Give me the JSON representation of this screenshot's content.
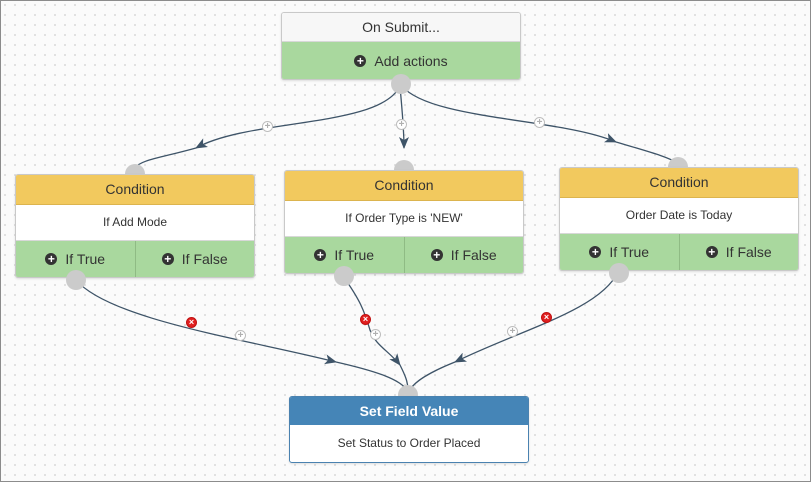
{
  "start": {
    "title": "On Submit...",
    "add_label": "Add actions"
  },
  "conditions": [
    {
      "title": "Condition",
      "desc": "If Add Mode",
      "true_label": "If True",
      "false_label": "If False"
    },
    {
      "title": "Condition",
      "desc": "If Order Type is 'NEW'",
      "true_label": "If True",
      "false_label": "If False"
    },
    {
      "title": "Condition",
      "desc": "Order Date is Today",
      "true_label": "If True",
      "false_label": "If False"
    }
  ],
  "action": {
    "title": "Set Field Value",
    "desc": "Set Status to Order Placed"
  },
  "icons": {
    "add": "plus-circle-icon",
    "remove": "remove-connection-icon",
    "insert": "insert-node-icon"
  },
  "colors": {
    "condition_header": "#f2c95e",
    "button_green": "#a9d89e",
    "action_header": "#4585b7",
    "connector": "#3e5468",
    "remove": "#e02020"
  }
}
